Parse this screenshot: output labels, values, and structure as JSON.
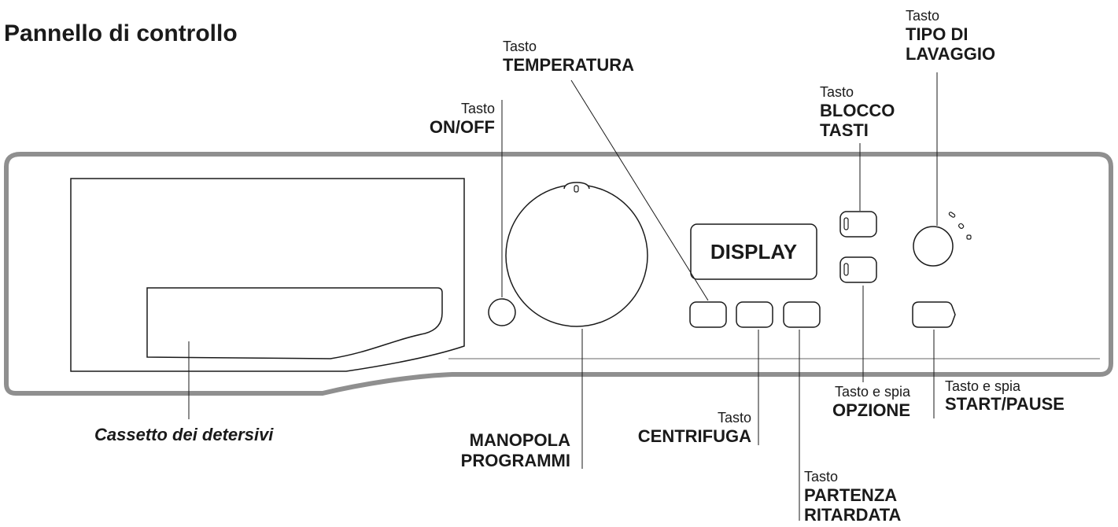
{
  "title": "Pannello di controllo",
  "display_text": "DISPLAY",
  "labels": {
    "onoff": {
      "prefix": "Tasto",
      "name": "ON/OFF"
    },
    "temperatura": {
      "prefix": "Tasto",
      "name": "TEMPERATURA"
    },
    "blocco": {
      "prefix": "Tasto",
      "name_line1": "BLOCCO",
      "name_line2": "TASTI"
    },
    "tipo": {
      "prefix": "Tasto",
      "name_line1": "TIPO DI",
      "name_line2": "LAVAGGIO"
    },
    "cassetto": {
      "name": "Cassetto dei detersivi"
    },
    "manopola": {
      "name_line1": "MANOPOLA",
      "name_line2": "PROGRAMMI"
    },
    "centrifuga": {
      "prefix": "Tasto",
      "name": "CENTRIFUGA"
    },
    "opzione": {
      "prefix": "Tasto e spia",
      "name": "OPZIONE"
    },
    "start": {
      "prefix": "Tasto e spia",
      "name": "START/PAUSE"
    },
    "partenza": {
      "prefix": "Tasto",
      "name_line1": "PARTENZA",
      "name_line2": "RITARDATA"
    }
  }
}
